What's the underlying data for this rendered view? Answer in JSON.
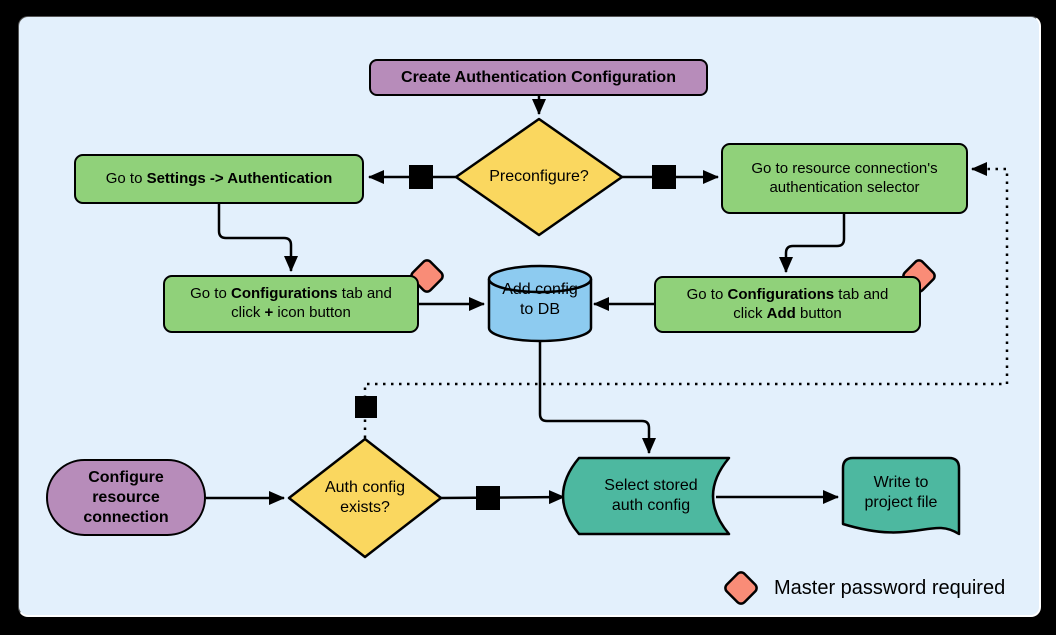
{
  "colors": {
    "canvas": "#E3F0FC",
    "terminal": "#B78CBA",
    "process": "#90D17A",
    "decision": "#FAD75F",
    "database": "#8DCBF0",
    "output": "#4DB8A0",
    "marker": "#F98C77",
    "line": "#000000"
  },
  "nodes": {
    "create_auth": {
      "label": "Create Authentication Configuration"
    },
    "preconfigure": {
      "label": "Preconfigure?"
    },
    "goto_settings": {
      "p0": "Go to ",
      "b0": "Settings -> Authentication"
    },
    "goto_resource": {
      "label": "Go to resource connection's\nauthentication selector"
    },
    "config_plus": {
      "p0": "Go to ",
      "b0": "Configurations",
      "p1": " tab and\nclick ",
      "b1": "+",
      "p2": " icon button"
    },
    "config_add": {
      "p0": "Go to ",
      "b0": "Configurations",
      "p1": " tab and\nclick ",
      "b1": "Add",
      "p2": " button"
    },
    "add_db": {
      "label": "Add config\nto DB"
    },
    "configure_resource": {
      "label": "Configure\nresource\nconnection"
    },
    "auth_exists": {
      "label": "Auth config\nexists?"
    },
    "select_stored": {
      "label": "Select stored\nauth config"
    },
    "write_project": {
      "label": "Write to\nproject file"
    }
  },
  "legend": {
    "label": "Master password required"
  }
}
